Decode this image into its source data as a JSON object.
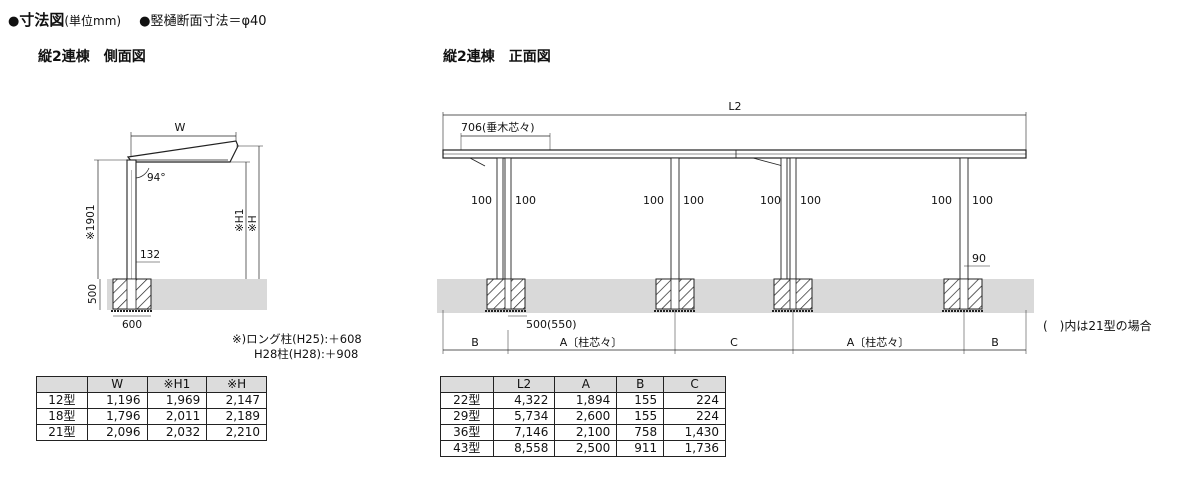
{
  "header": {
    "bullet1": "●",
    "title": "寸法図",
    "unit": "(単位mm)",
    "bullet2": "●",
    "note": "竪樋断面寸法＝φ40"
  },
  "side_view": {
    "title": "縦2連棟　側面図",
    "dim_w": "W",
    "angle": "94°",
    "dim_h_total": "※1901",
    "dim_h1": "※H1",
    "dim_h": "※H",
    "dim_132": "132",
    "dim_500": "500",
    "dim_600": "600"
  },
  "front_view": {
    "title": "縦2連棟　正面図",
    "dim_l2": "L2",
    "dim_706": "706(垂木芯々)",
    "dim_100": "100",
    "dim_90": "90",
    "dim_500": "500(550)",
    "seg_b": "B",
    "seg_a": "A〔柱芯々〕",
    "seg_c": "C",
    "note_21": "(　)内は21型の場合"
  },
  "notes": {
    "line1": "※)ロング柱(H25):＋608",
    "line2": "H28柱(H28):＋908"
  },
  "table_left": {
    "headers": [
      "",
      "W",
      "※H1",
      "※H"
    ],
    "rows": [
      {
        "model": "12型",
        "w": "1,196",
        "h1": "1,969",
        "h": "2,147"
      },
      {
        "model": "18型",
        "w": "1,796",
        "h1": "2,011",
        "h": "2,189"
      },
      {
        "model": "21型",
        "w": "2,096",
        "h1": "2,032",
        "h": "2,210"
      }
    ]
  },
  "table_right": {
    "headers": [
      "",
      "L2",
      "A",
      "B",
      "C"
    ],
    "rows": [
      {
        "model": "22型",
        "l2": "4,322",
        "a": "1,894",
        "b": "155",
        "c": "224"
      },
      {
        "model": "29型",
        "l2": "5,734",
        "a": "2,600",
        "b": "155",
        "c": "224"
      },
      {
        "model": "36型",
        "l2": "7,146",
        "a": "2,100",
        "b": "758",
        "c": "1,430"
      },
      {
        "model": "43型",
        "l2": "8,558",
        "a": "2,500",
        "b": "911",
        "c": "1,736"
      }
    ]
  },
  "colors": {
    "ground": "#d9d9d9",
    "line": "#222222",
    "table_header": "#dcdcdc"
  }
}
